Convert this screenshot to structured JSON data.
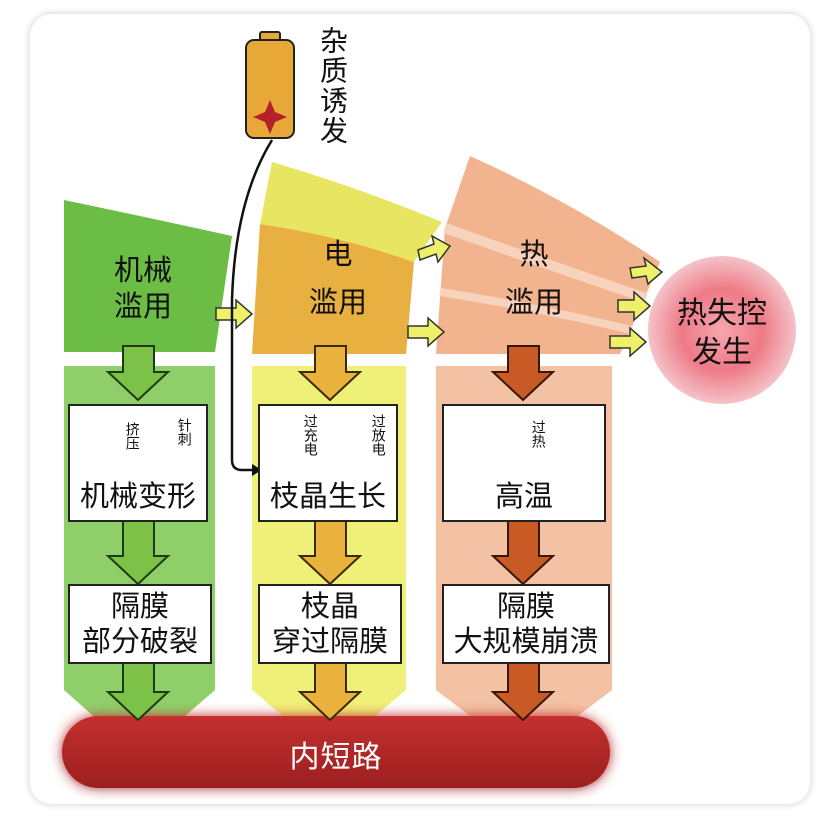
{
  "impurity": {
    "label": "杂质诱发"
  },
  "columns": [
    {
      "key": "mechanical",
      "top_label": "机械\n滥用",
      "inset_labels": [
        "挤压",
        "针刺"
      ],
      "stage1": "机械变形",
      "stage2": "隔膜\n部分破裂",
      "colors": {
        "top": "#6bbd45",
        "body": "#8fcf6a"
      }
    },
    {
      "key": "electrical",
      "top_label_1": "电",
      "top_label_2": "滥用",
      "inset_labels": [
        "过充电",
        "过放电"
      ],
      "stage1": "枝晶生长",
      "stage2": "枝晶\n穿过隔膜",
      "colors": {
        "top": "#e8e563",
        "mid": "#e8b040",
        "body": "#eef078"
      }
    },
    {
      "key": "thermal",
      "top_label_1": "热",
      "top_label_2": "滥用",
      "inset_labels": [
        "过热"
      ],
      "stage1": "高温",
      "stage2": "隔膜\n大规模崩溃",
      "colors": {
        "top": "#f1b48e",
        "body": "#f3c2a4",
        "arrow": "#c85a26"
      }
    }
  ],
  "thermal_runaway": {
    "label": "热失控\n发生",
    "color": "#e5505e"
  },
  "short_circuit": {
    "label": "内短路",
    "color": "#b72a2a"
  }
}
